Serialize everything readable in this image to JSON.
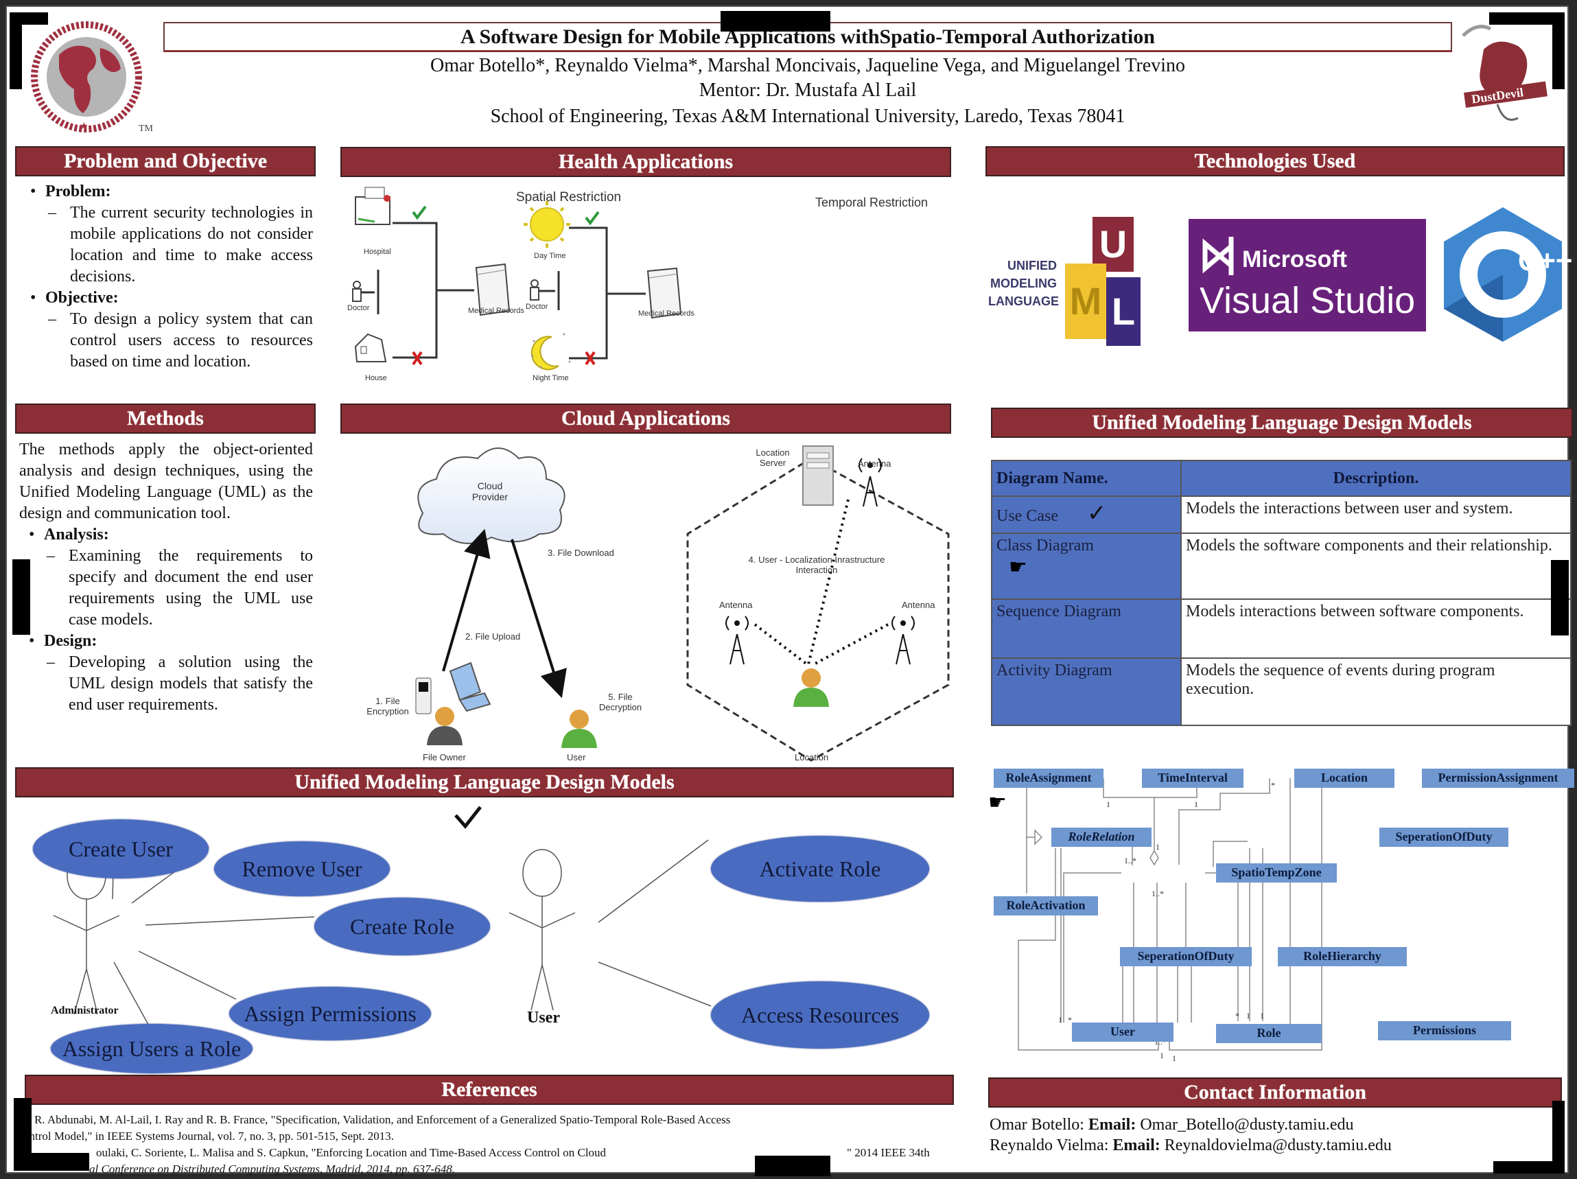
{
  "header": {
    "title": "A Software Design for Mobile Applications withSpatio-Temporal Authorization",
    "authors": "Omar Botello*, Reynaldo Vielma*, Marshal Moncivais, Jaqueline Vega, and Miguelangel Trevino",
    "mentor": "Mentor: Dr. Mustafa Al Lail",
    "affiliation": "School of Engineering, Texas A&M International University, Laredo, Texas 78041",
    "left_logo": "tamiu-seal-logo",
    "left_logo_tm": "TM",
    "right_logo": "dustdevil-mascot-logo"
  },
  "problem": {
    "heading": "Problem and Objective",
    "items": [
      {
        "label": "Problem:",
        "text": "The current security technologies in mobile applications do not consider  location and time to make access decisions."
      },
      {
        "label": "Objective:",
        "text": "To design a policy system that can control users access to resources based on  time and location."
      }
    ]
  },
  "health": {
    "heading": "Health Applications",
    "spatial_title": "Spatial Restriction",
    "temporal_title": "Temporal Restriction",
    "labels": {
      "hospital": "Hospital",
      "house": "House",
      "doctor": "Doctor",
      "records": "Medical Records",
      "day": "Day Time",
      "night": "Night Time"
    },
    "allow_icon": "check-icon",
    "deny_icon": "cross-icon",
    "colors": {
      "allow": "#2e9a3c",
      "deny": "#d42020",
      "sun": "#f5e12a"
    }
  },
  "tech": {
    "heading": "Technologies Used",
    "uml_logo_text": [
      "UNIFIED",
      "MODELING",
      "LANGUAGE"
    ],
    "uml_letters": [
      "U",
      "M",
      "L"
    ],
    "vs_line1": "Microsoft",
    "vs_line2": "Visual Studio",
    "cpp_label": "C++",
    "colors": {
      "vs_bg": "#68217a",
      "cpp": "#3f88d0",
      "uml_red": "#8a2a3a",
      "uml_yellow": "#f1c231",
      "uml_purple": "#3c2a7c"
    }
  },
  "methods": {
    "heading": "Methods",
    "intro": "The methods apply the object-oriented analysis and design techniques, using the Unified Modeling Language (UML) as the design and communication tool.",
    "items": [
      {
        "label": "Analysis:",
        "text": "Examining the requirements to specify and document the end user requirements using the UML use case models."
      },
      {
        "label": "Design:",
        "text": "Developing a solution using the UML design models that satisfy the end user requirements."
      }
    ]
  },
  "cloud": {
    "heading": "Cloud Applications",
    "cloud_label": "Cloud Provider",
    "steps": [
      "1. File Encryption",
      "2. File Upload",
      "3. File Download",
      "4. User - Localization Inrastructure Interaction",
      "5. File Decryption"
    ],
    "file_owner": "File Owner",
    "user": "User",
    "location_server": "Location Server",
    "antenna": "Antenna",
    "location": "Location"
  },
  "uml_table": {
    "heading": "Unified Modeling Language Design Models",
    "col_name": "Diagram Name.",
    "col_desc": "Description.",
    "rows": [
      {
        "name": "Use Case",
        "desc": "Models the interactions between user and system.",
        "mark": "check-icon"
      },
      {
        "name": "Class Diagram",
        "desc": "Models the software components and their relationship.",
        "mark": "pointing-hand-icon"
      },
      {
        "name": "Sequence Diagram",
        "desc": "Models interactions between software components.",
        "mark": ""
      },
      {
        "name": "Activity Diagram",
        "desc": "Models the sequence of events during program execution.",
        "mark": ""
      }
    ]
  },
  "usecase": {
    "heading": "Unified Modeling Language Design Models",
    "actors": [
      "Administrator",
      "User"
    ],
    "admin_cases": [
      "Create User",
      "Remove User",
      "Create Role",
      "Assign Permissions",
      "Assign Users a Role"
    ],
    "user_cases": [
      "Activate Role",
      "Access Resources"
    ]
  },
  "class_diagram": {
    "classes": [
      "RoleAssignment",
      "TimeInterval",
      "Location",
      "PermissionAssignment",
      "RoleRelation",
      "SeperationOfDuty",
      "SpatioTempZone",
      "RoleActivation",
      "SeperationOfDuty",
      "RoleHierarchy",
      "User",
      "Role",
      "Permissions"
    ],
    "multiplicities": [
      "1",
      "*",
      "1..*"
    ]
  },
  "references": {
    "heading": "References",
    "items": [
      "R. Abdunabi, M. Al-Lail, I. Ray and R. B. France, \"Specification, Validation, and Enforcement of a Generalized Spatio-Temporal Role-Based Access",
      "ontrol Model,\" in IEEE Systems Journal, vol. 7, no. 3, pp. 501-515, Sept. 2013.",
      "oulaki, C. Soriente, L. Malisa and S. Capkun, \"Enforcing Location and Time-Based Access Control on Cloud",
      "\" 2014 IEEE 34th",
      "al Conference on Distributed Computing Systems, Madrid, 2014, pp. 637-648."
    ]
  },
  "contact": {
    "heading": "Contact Information",
    "entries": [
      {
        "name": "Omar Botello:",
        "label": "Email:",
        "email": "Omar_Botello@dusty.tamiu.edu"
      },
      {
        "name": "Reynaldo Vielma:",
        "label": "Email:",
        "email": "Reynaldovielma@dusty.tamiu.edu"
      }
    ]
  }
}
